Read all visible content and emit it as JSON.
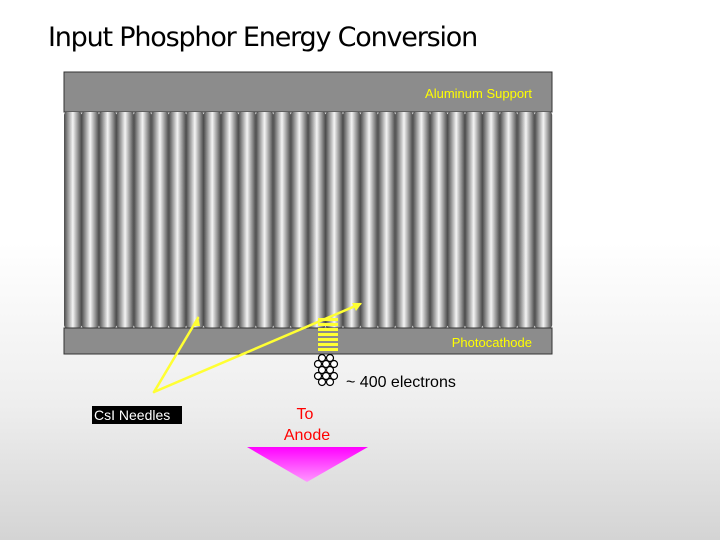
{
  "title": "Input Phosphor Energy Conversion",
  "labels": {
    "aluminum_support": "Aluminum Support",
    "photocathode": "Photocathode",
    "electrons": "~ 400 electrons",
    "csi_needles": "CsI Needles",
    "to_anode_line1": "To",
    "to_anode_line2": "Anode"
  },
  "colors": {
    "support_plate": "#8c8c8c",
    "label_text": "#ffff00",
    "pointer_line": "#ffff33",
    "arrow_fill": "#ff00ff",
    "arrow_text": "#ff0000",
    "needle_edge": "#4a4a4a",
    "needle_center": "#f4f4f4"
  },
  "icons": {
    "light_burst": "yellow-bars-icon",
    "electron_cluster": "electron-cluster-icon"
  }
}
